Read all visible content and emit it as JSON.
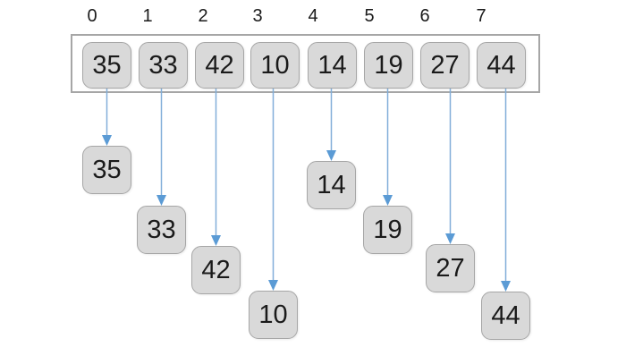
{
  "array": {
    "indices": [
      "0",
      "1",
      "2",
      "3",
      "4",
      "5",
      "6",
      "7"
    ],
    "values": [
      "35",
      "33",
      "42",
      "10",
      "14",
      "19",
      "27",
      "44"
    ]
  },
  "dropped": {
    "values": [
      "35",
      "33",
      "42",
      "10",
      "14",
      "19",
      "27",
      "44"
    ]
  },
  "colors": {
    "box_fill": "#d9d9d9",
    "box_border": "#a6a6a6",
    "container_border": "#a6a6a6",
    "arrow_head": "#5b9bd5",
    "arrow_line": "#82aed9",
    "text": "#1a1a1a"
  }
}
